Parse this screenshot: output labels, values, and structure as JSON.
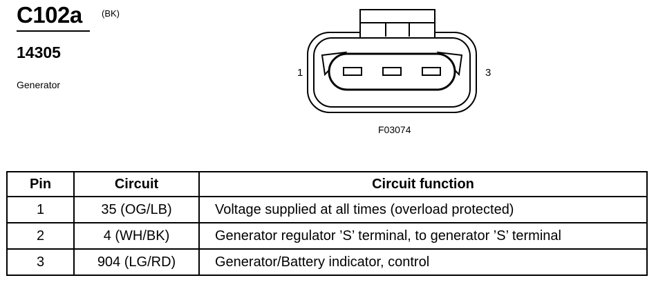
{
  "connector": {
    "id": "C102a",
    "color_code": "(BK)",
    "part_number": "14305",
    "component": "Generator"
  },
  "diagram": {
    "pin_left": "1",
    "pin_right": "3",
    "figure_id": "F03074"
  },
  "table": {
    "headers": [
      "Pin",
      "Circuit",
      "Circuit function"
    ],
    "rows": [
      [
        "1",
        "35 (OG/LB)",
        "Voltage supplied at all times (overload protected)"
      ],
      [
        "2",
        "4 (WH/BK)",
        "Generator regulator ’S’ terminal, to generator ’S’ terminal"
      ],
      [
        "3",
        "904 (LG/RD)",
        "Generator/Battery indicator, control"
      ]
    ]
  }
}
